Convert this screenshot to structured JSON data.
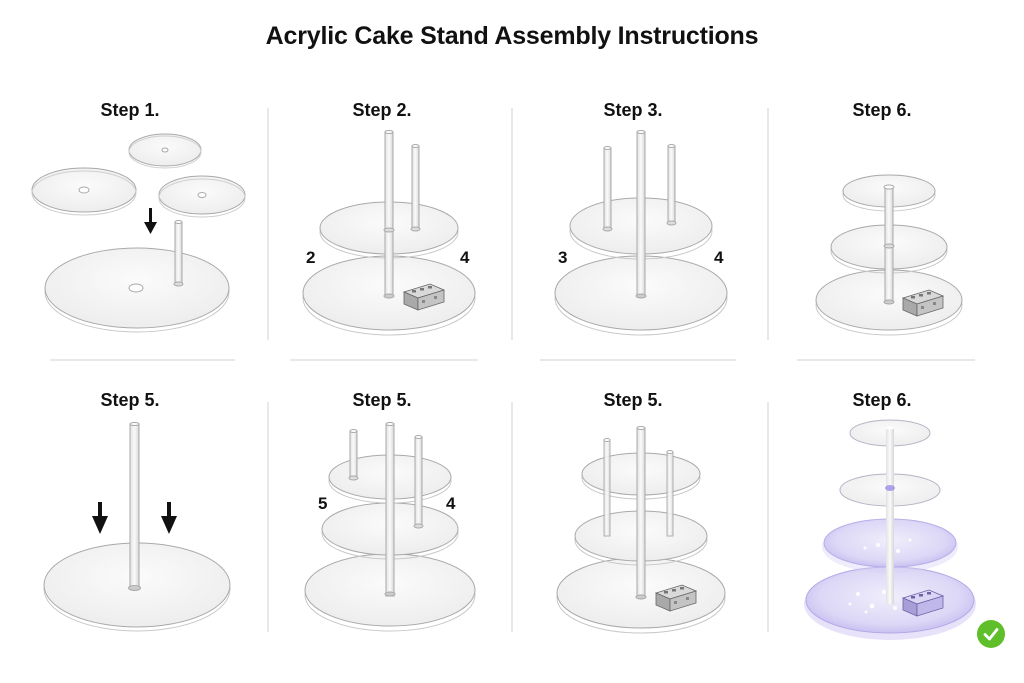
{
  "title": "Acrylic Cake Stand Assembly Instructions",
  "panels": [
    {
      "label": "Step 1."
    },
    {
      "label": "Step 2."
    },
    {
      "label": "Step 3."
    },
    {
      "label": "Step 6."
    },
    {
      "label": "Step 5."
    },
    {
      "label": "Step 5."
    },
    {
      "label": "Step 5."
    },
    {
      "label": "Step 6."
    }
  ],
  "numbers": {
    "p2_left": "2",
    "p2_right": "4",
    "p3_left": "3",
    "p3_right": "4",
    "p6_left": "5",
    "p6_right": "4"
  },
  "colors": {
    "acrylic_fill": "#f3f3f3",
    "acrylic_stroke": "#a9a9a9",
    "glow": "#a99be8",
    "check": "#5fbf2a"
  },
  "icons": [
    "down-arrow-icon",
    "battery-box-icon",
    "checkmark-icon"
  ]
}
